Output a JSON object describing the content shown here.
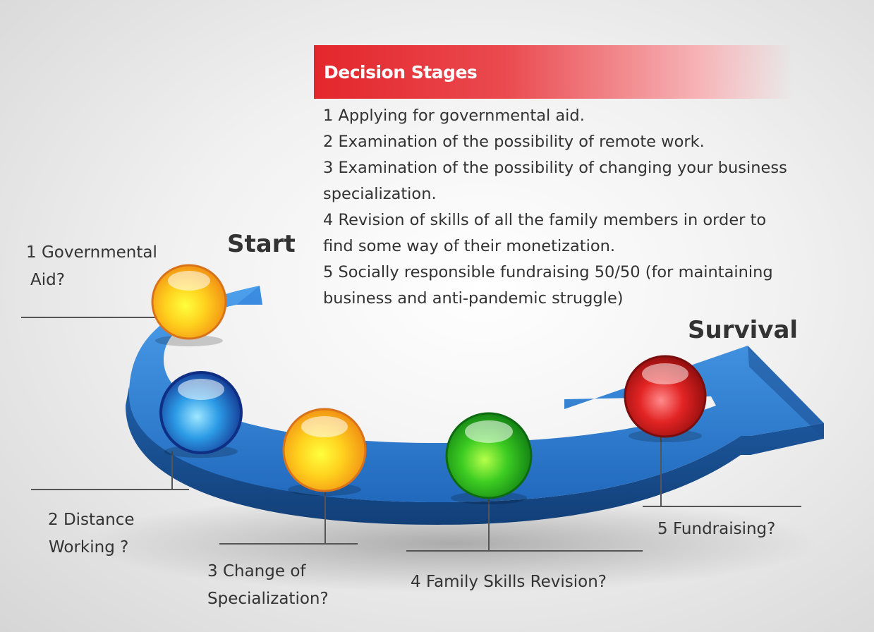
{
  "header": {
    "title": "Decision Stages"
  },
  "stages": [
    {
      "lines": [
        "1 Applying for governmental aid."
      ]
    },
    {
      "lines": [
        "2 Examination of the possibility of remote work."
      ]
    },
    {
      "lines": [
        "3 Examination of the possibility of changing your business",
        "specialization."
      ]
    },
    {
      "lines": [
        "4 Revision of skills of all the family members in order to",
        "find some way of their monetization."
      ]
    },
    {
      "lines": [
        "5 Socially responsible fundraising 50/50 (for maintaining",
        "business and anti-pandemic struggle)"
      ]
    }
  ],
  "start_label": "Start",
  "end_label": "Survival",
  "nodes": [
    {
      "lines": [
        "1 Governmental",
        "Aid?"
      ],
      "color": "orange"
    },
    {
      "lines": [
        "2 Distance",
        "Working ?"
      ],
      "color": "blue"
    },
    {
      "lines": [
        "3 Change of",
        "Specialization?"
      ],
      "color": "orange"
    },
    {
      "lines": [
        "4 Family Skills Revision?"
      ],
      "color": "green"
    },
    {
      "lines": [
        "5 Fundraising?"
      ],
      "color": "red"
    }
  ],
  "colors": {
    "arrow": "#2b7bd0",
    "arrow_dark": "#1a4f8f",
    "header": "#e3262c"
  }
}
